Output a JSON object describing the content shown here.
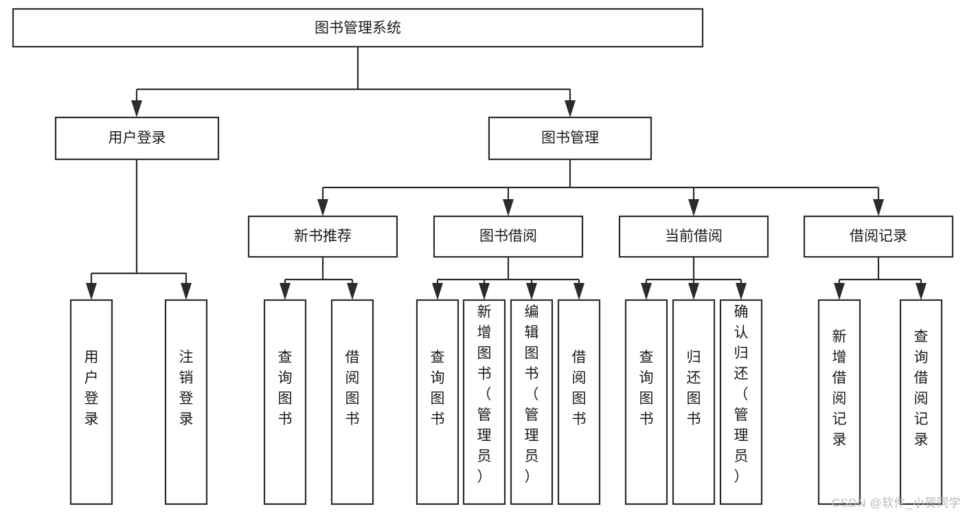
{
  "diagram": {
    "type": "tree-hierarchy-chart",
    "title": "图书管理系统",
    "watermark": "CSDN @软件_小贺同学",
    "root": {
      "id": "root",
      "label": "图书管理系统"
    },
    "level2": [
      {
        "id": "user-login",
        "label": "用户登录"
      },
      {
        "id": "book-management",
        "label": "图书管理"
      }
    ],
    "level3": [
      {
        "id": "new-book-recommend",
        "label": "新书推荐",
        "parent": "book-management"
      },
      {
        "id": "book-borrow",
        "label": "图书借阅",
        "parent": "book-management"
      },
      {
        "id": "current-borrow",
        "label": "当前借阅",
        "parent": "book-management"
      },
      {
        "id": "borrow-record",
        "label": "借阅记录",
        "parent": "book-management"
      }
    ],
    "leaves": {
      "user-login": [
        {
          "id": "leaf-user-login",
          "label": "用户登录"
        },
        {
          "id": "leaf-logout",
          "label": "注销登录"
        }
      ],
      "new-book-recommend": [
        {
          "id": "leaf-query-book-1",
          "label": "查询图书"
        },
        {
          "id": "leaf-borrow-book-1",
          "label": "借阅图书"
        }
      ],
      "book-borrow": [
        {
          "id": "leaf-query-book-2",
          "label": "查询图书"
        },
        {
          "id": "leaf-add-book",
          "label": "新增图书（管理员）"
        },
        {
          "id": "leaf-edit-book",
          "label": "编辑图书（管理员）"
        },
        {
          "id": "leaf-borrow-book-2",
          "label": "借阅图书"
        }
      ],
      "current-borrow": [
        {
          "id": "leaf-query-book-3",
          "label": "查询图书"
        },
        {
          "id": "leaf-return-book",
          "label": "归还图书"
        },
        {
          "id": "leaf-confirm-return",
          "label": "确认归还（管理员）"
        }
      ],
      "borrow-record": [
        {
          "id": "leaf-add-record",
          "label": "新增借阅记录"
        },
        {
          "id": "leaf-query-record",
          "label": "查询借阅记录"
        }
      ]
    },
    "colors": {
      "stroke": "#2b2b2b",
      "fill": "#ffffff",
      "text": "#1a1a1a",
      "watermark": "#b9b9b9"
    }
  }
}
